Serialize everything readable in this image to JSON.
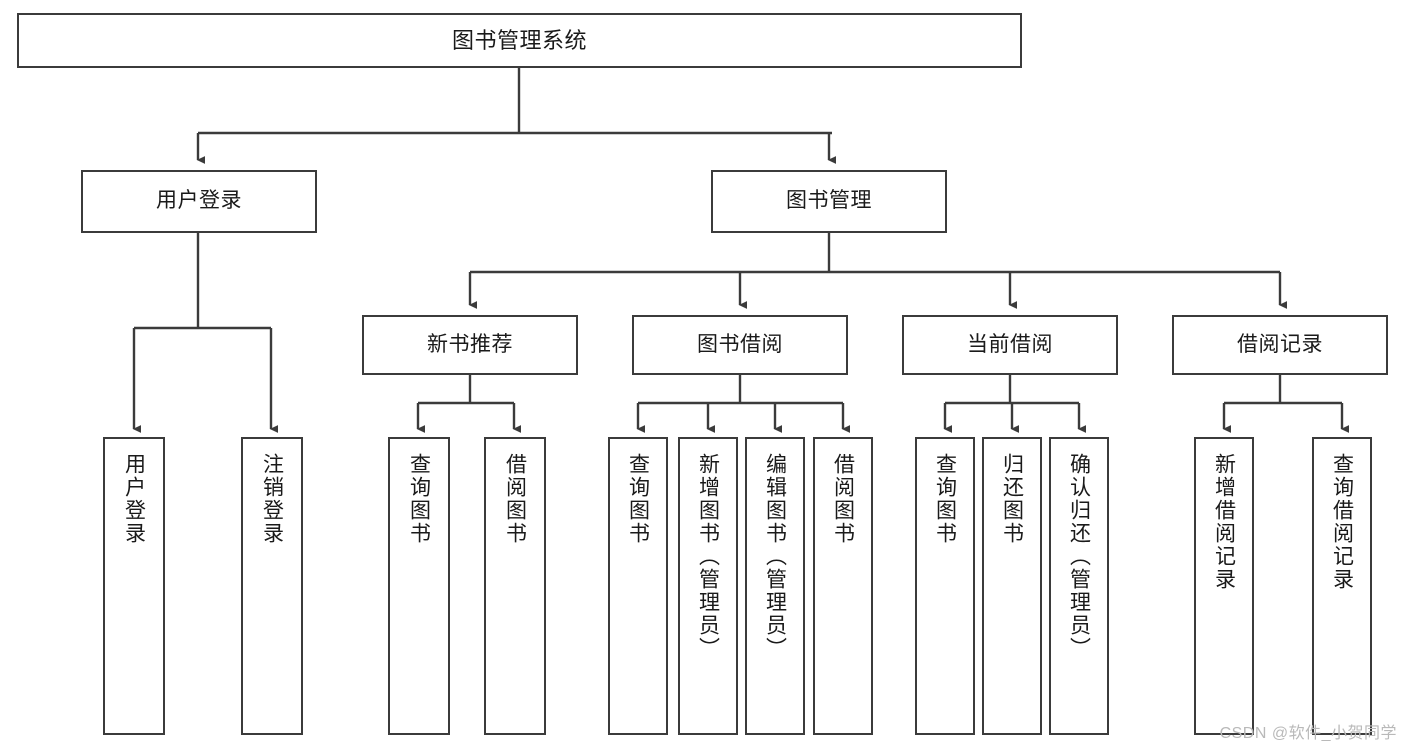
{
  "diagram": {
    "title": "图书管理系统",
    "type": "tree",
    "colors": {
      "stroke": "#3b3b3b",
      "fill": "#ffffff",
      "text": "#1a1a1a",
      "watermark": "#b9b9b9",
      "background": "#ffffff"
    },
    "watermark": "CSDN @软件_小贺同学",
    "nodes": {
      "root": {
        "label": "图书管理系统"
      },
      "level1": [
        {
          "label": "用户登录"
        },
        {
          "label": "图书管理"
        }
      ],
      "level2": [
        {
          "label": "新书推荐"
        },
        {
          "label": "图书借阅"
        },
        {
          "label": "当前借阅"
        },
        {
          "label": "借阅记录"
        }
      ],
      "leaves": {
        "user_login": [
          {
            "label": "用户登录"
          },
          {
            "label": "注销登录"
          }
        ],
        "new_book": [
          {
            "label": "查询图书"
          },
          {
            "label": "借阅图书"
          }
        ],
        "book_borrow": [
          {
            "label": "查询图书"
          },
          {
            "label": "新增图书（管理员）"
          },
          {
            "label": "编辑图书（管理员）"
          },
          {
            "label": "借阅图书"
          }
        ],
        "current_borrow": [
          {
            "label": "查询图书"
          },
          {
            "label": "归还图书"
          },
          {
            "label": "确认归还（管理员）"
          }
        ],
        "borrow_record": [
          {
            "label": "新增借阅记录"
          },
          {
            "label": "查询借阅记录"
          }
        ]
      }
    }
  }
}
